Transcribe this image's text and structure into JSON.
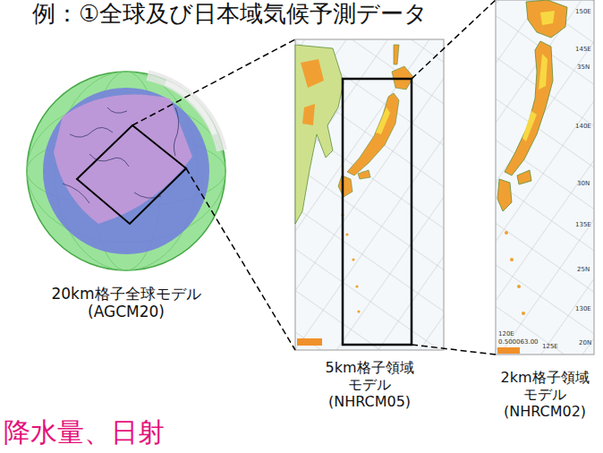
{
  "diagram": {
    "title": "例：①全球及び日本域気候予測データ",
    "nodes": [
      {
        "text": [
          "20km格子全球モデル (AGCM20)"
        ]
      },
      {
        "text": [
          "5km格子領域 モデル (NHRCM05)"
        ]
      },
      {
        "text": [
          "2km格子領域 モデル (NHRCM02)"
        ]
      }
    ],
    "edges": [
      {
        "from": 0,
        "to": 1,
        "arrow": "none"
      },
      {
        "from": 1,
        "to": 2,
        "arrow": "none"
      }
    ],
    "labels": [
      "降水量、日射",
      "150E",
      "145E",
      "35N",
      "140E",
      "30N",
      "135E",
      "25N",
      "130E",
      "20N",
      "120E",
      "0.500063.00",
      "125E"
    ]
  }
}
